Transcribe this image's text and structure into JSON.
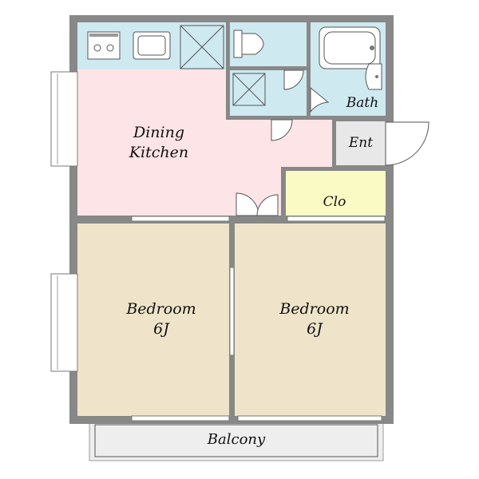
{
  "rooms": {
    "dining_kitchen": {
      "line1": "Dining",
      "line2": "Kitchen"
    },
    "bath": "Bath",
    "entrance": "Ent",
    "closet": "Clo",
    "bedroom_left": {
      "line1": "Bedroom",
      "line2": "6J"
    },
    "bedroom_right": {
      "line1": "Bedroom",
      "line2": "6J"
    },
    "balcony": "Balcony"
  },
  "colors": {
    "wall": "#888888",
    "kitchen_floor": "#fde4e6",
    "wet_area": "#cfe9f1",
    "bedroom_floor": "#efe4c9",
    "closet_floor": "#fafac5",
    "entrance_floor": "#e8e8e8",
    "balcony_floor": "#eeeeee"
  }
}
